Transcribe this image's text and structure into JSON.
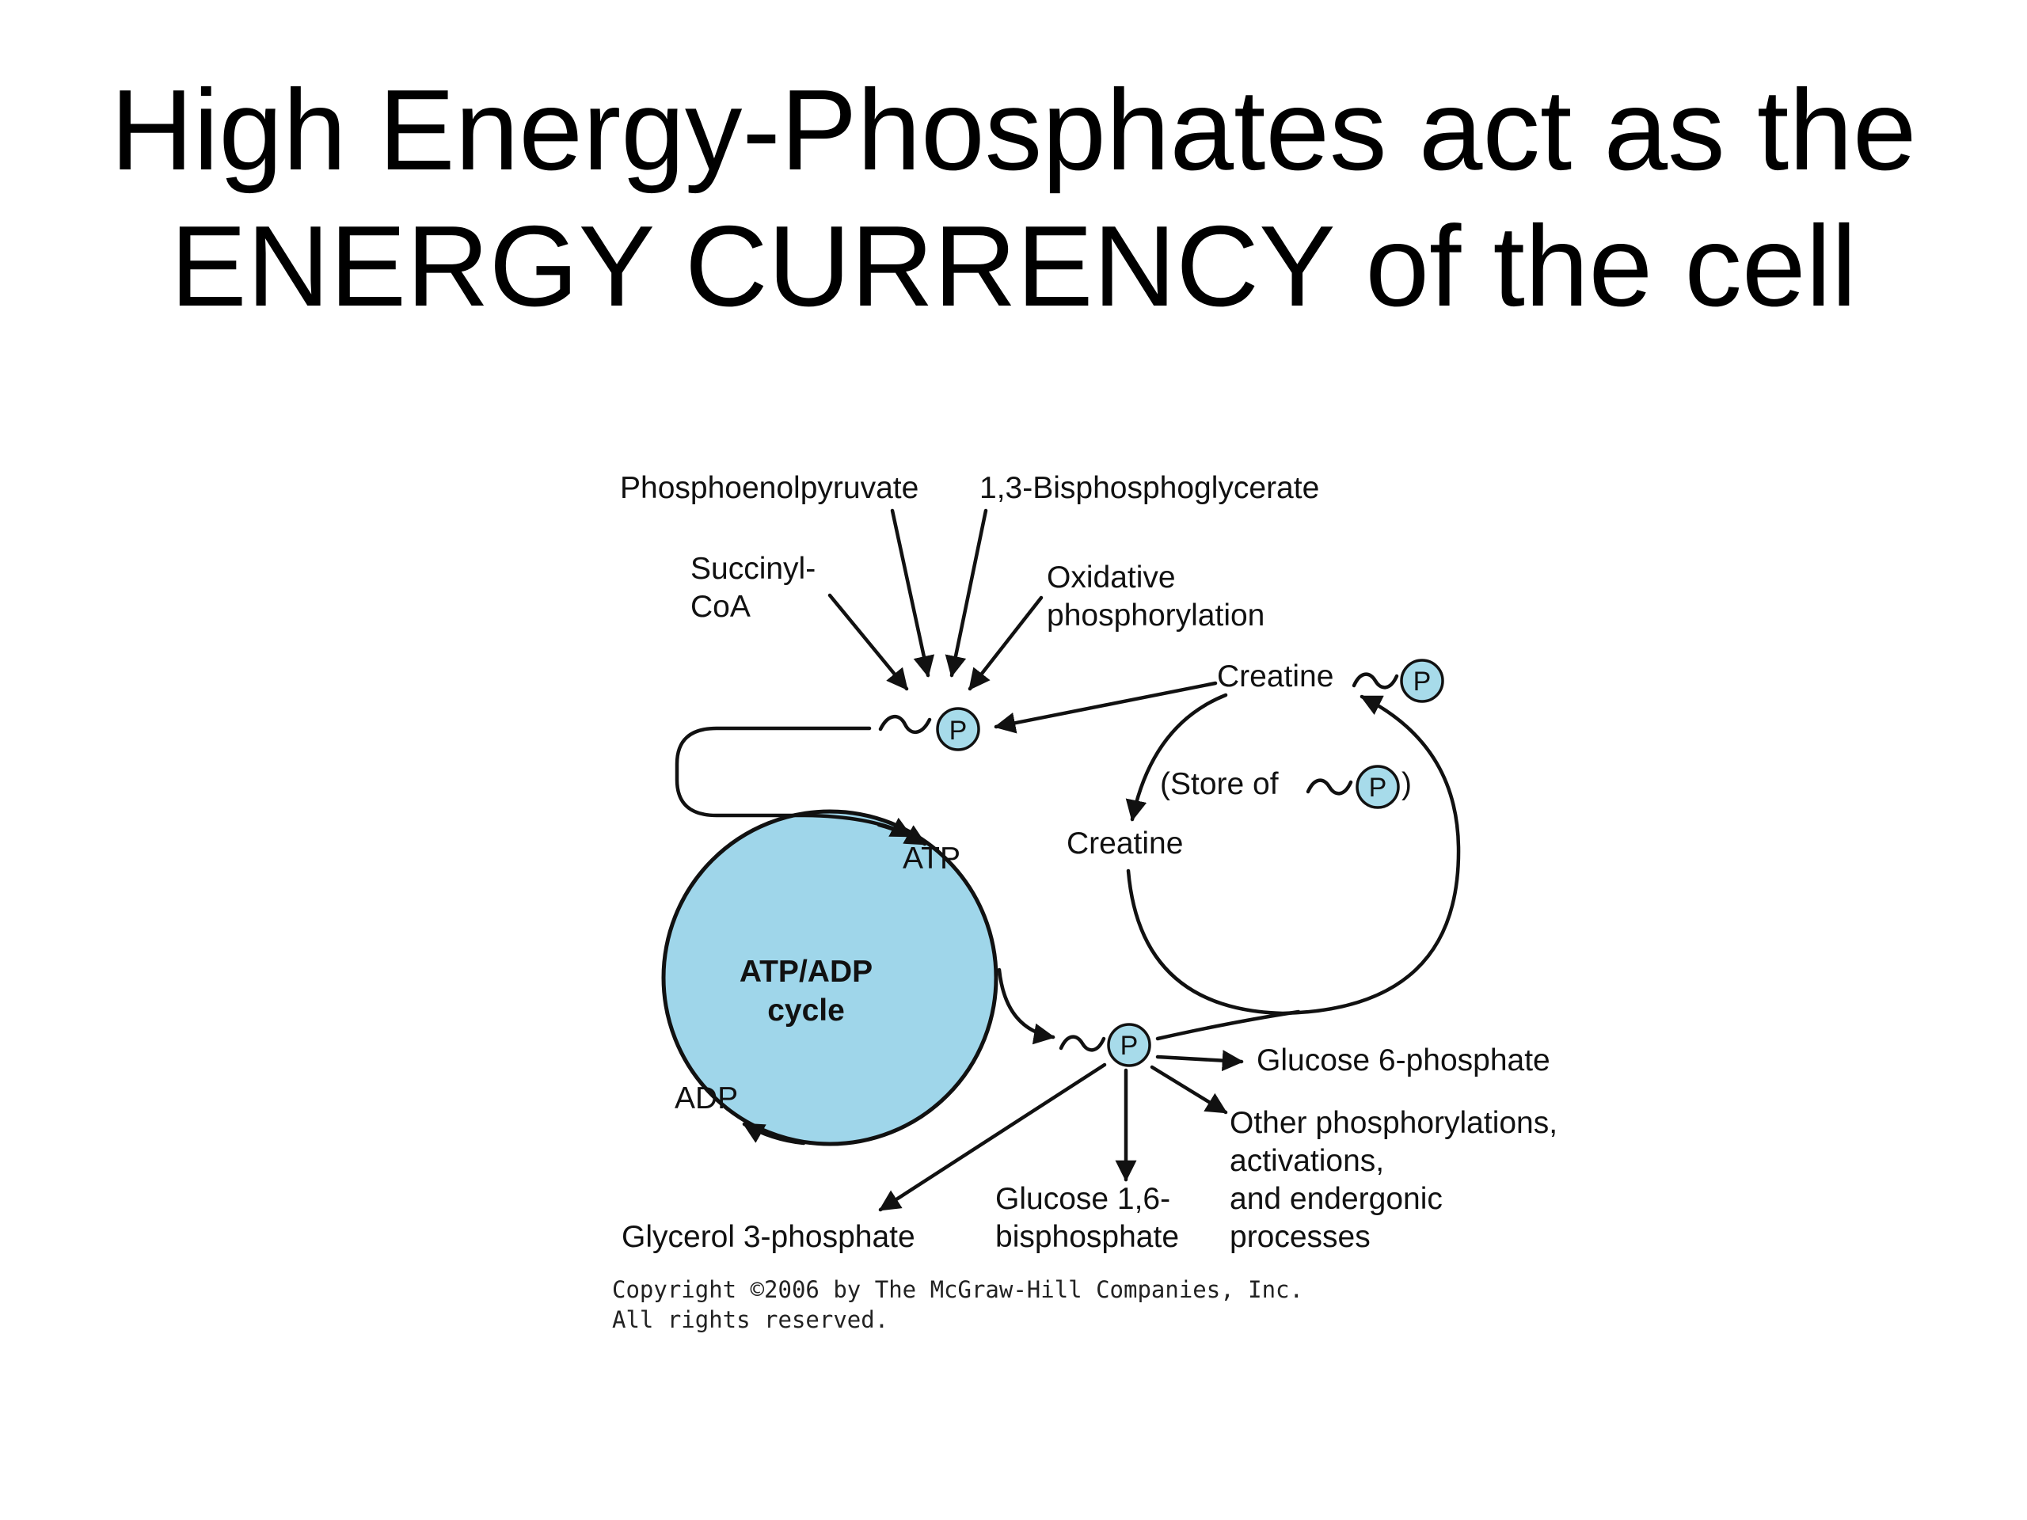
{
  "title": {
    "line1": "High Energy-Phosphates act as the",
    "line2": "ENERGY CURRENCY of the cell"
  },
  "colors": {
    "cycle_fill": "#9fd6ea",
    "phosphate_fill": "#a7dbea",
    "stroke": "#111111"
  },
  "diagram": {
    "sources": {
      "pep": "Phosphoenolpyruvate",
      "bpg": "1,3-Bisphosphoglycerate",
      "succinyl": [
        "Succinyl-",
        "CoA"
      ],
      "oxidative": [
        "Oxidative",
        "phosphorylation"
      ]
    },
    "phosphate_symbol": "P",
    "creatine_phosphate": "Creatine",
    "store_label": [
      "(Store of",
      ")"
    ],
    "creatine": "Creatine",
    "atp": "ATP",
    "adp": "ADP",
    "cycle": [
      "ATP/ADP",
      "cycle"
    ],
    "products": {
      "glucose6p": "Glucose 6-phosphate",
      "other": [
        "Other phosphorylations,",
        "activations,",
        "and endergonic",
        "processes"
      ],
      "glucose16": [
        "Glucose 1,6-",
        "bisphosphate"
      ],
      "glycerol3p": "Glycerol 3-phosphate"
    },
    "copyright": [
      "Copyright ©2006 by The McGraw-Hill Companies, Inc.",
      "All rights reserved."
    ]
  }
}
